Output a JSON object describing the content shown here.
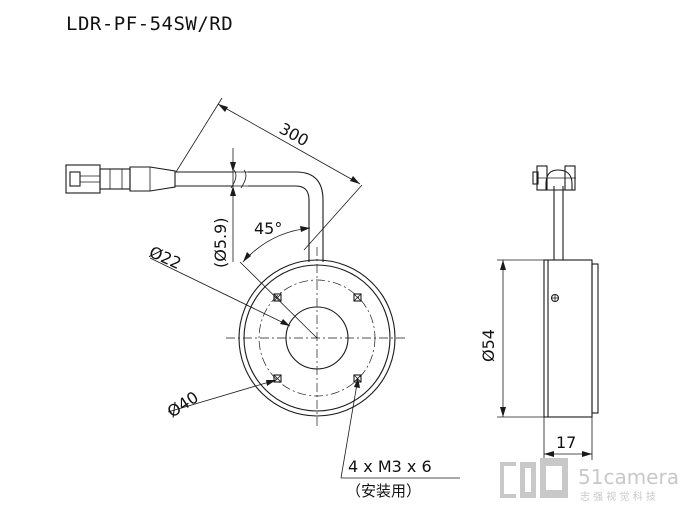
{
  "title": "LDR-PF-54SW/RD",
  "dimensions": {
    "cable_length": "300",
    "cable_diameter": "(Ø5.9)",
    "angle": "45°",
    "inner_diameter": "Ø22",
    "pcd": "Ø40",
    "outer_diameter": "Ø54",
    "thickness": "17"
  },
  "mounting": {
    "holes": "4 x M3 x 6",
    "note": "（安装用）"
  },
  "watermark": {
    "brand": "51camera",
    "sub": "志 强 视 觉 科 技"
  }
}
